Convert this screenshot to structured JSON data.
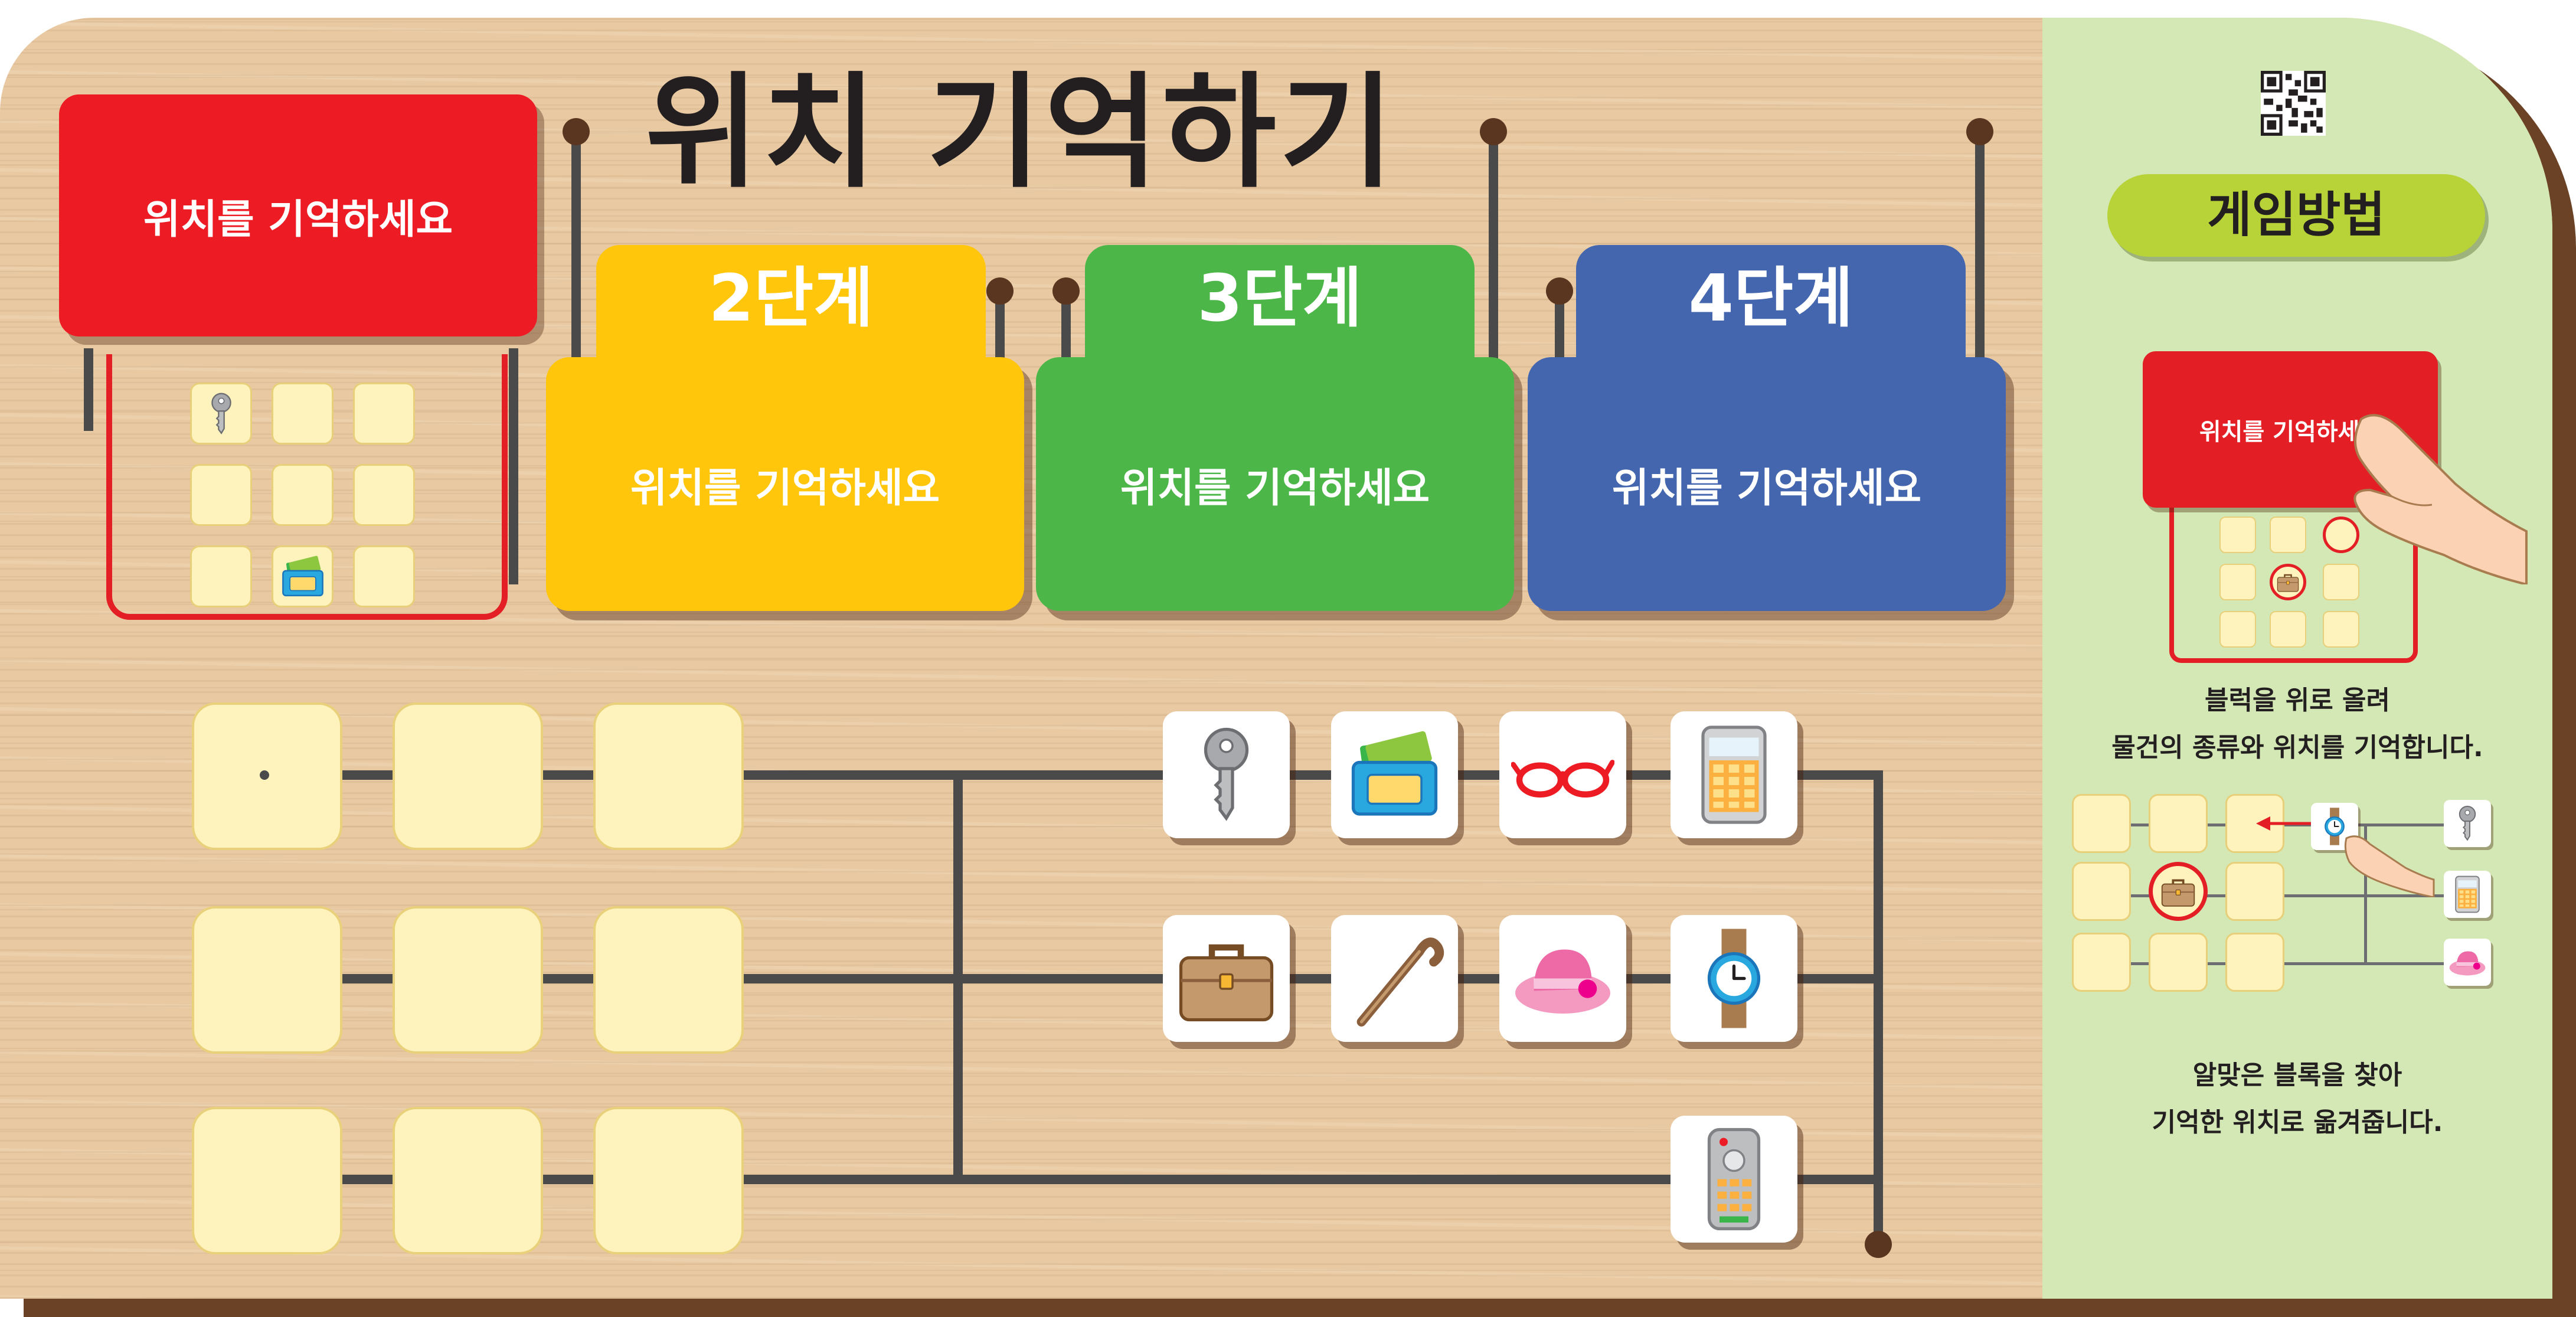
{
  "title": "위치 기억하기",
  "start_card": {
    "label": "위치를 기억하세요"
  },
  "stages": [
    {
      "tab": "2단계",
      "label": "위치를 기억하세요",
      "color": "#ffc60b"
    },
    {
      "tab": "3단계",
      "label": "위치를 기억하세요",
      "color": "#4cb748"
    },
    {
      "tab": "4단계",
      "label": "위치를 기억하세요",
      "color": "#4366ae"
    }
  ],
  "items": [
    "key-icon",
    "wallet-icon",
    "glasses-icon",
    "phone-icon",
    "briefcase-icon",
    "cane-icon",
    "hat-icon",
    "watch-icon",
    "remote-icon"
  ],
  "side_panel": {
    "how_to_play": "게임방법",
    "example_card_label": "위치를 기억하세요",
    "step1_line1": "블럭을 위로 올려",
    "step1_line2": "물건의 종류와 위치를 기억합니다.",
    "step2_line1": "알맞은 블록을 찾아",
    "step2_line2": "기억한 위치로 옮겨줍니다."
  },
  "colors": {
    "red": "#ed1c24",
    "yellow": "#ffc60b",
    "green": "#4cb748",
    "blue": "#4366ae",
    "slot": "#fef2bd",
    "panel": "#d3e8b4",
    "badge": "#b7d337"
  }
}
